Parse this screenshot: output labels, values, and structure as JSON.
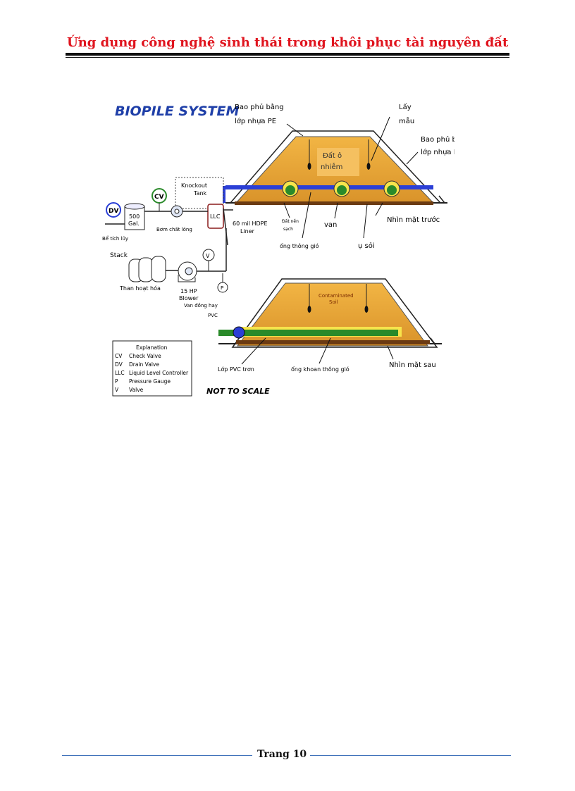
{
  "header": {
    "title": "Ứng dụng công nghệ sinh thái trong khôi phục tài nguyên đất"
  },
  "figure": {
    "title": "BIOPILE SYSTEM",
    "labels": {
      "cover_pe_1_l1": "Bao phủ bằng",
      "cover_pe_1_l2": "lớp nhựa PE",
      "sample_l1": "Lấy",
      "sample_l2": "mẫu",
      "cover_pe_2_l1": "Bao phủ bằng",
      "cover_pe_2_l2": "lớp nhựa PE",
      "contaminated_soil_l1": "Đất ô",
      "contaminated_soil_l2": "nhiễm",
      "knockout_l1": "Knockout",
      "knockout_l2": "Tank",
      "llc": "LLC",
      "cv": "CV",
      "dv": "DV",
      "tank_l1": "500",
      "tank_l2": "Gal.",
      "accumulation_tank": "Bể tích lũy",
      "liquid_pump": "Bơm chất lỏng",
      "hdpe_l1": "60 mil HDPE",
      "hdpe_l2": "Liner",
      "base_soil_l1": "Đất nền",
      "base_soil_l2": "sạch",
      "valve_vn": "van",
      "front_view": "Nhìn mặt trước",
      "vent_pipe": "ống thông gió",
      "gravel": "ụ sỏi",
      "stack": "Stack",
      "v": "V",
      "p": "P",
      "activated_carbon": "Than hoạt hóa",
      "blower_l1": "15 HP",
      "blower_l2": "Blower",
      "gate_valve_l1": "Van đồng hay",
      "gate_valve_l2": "PVC",
      "contam_en_l1": "Contaminated",
      "contam_en_l2": "Soil",
      "pvc_layer": "Lớp PVC trơn",
      "drilled_pipe": "ống khoan thông gió",
      "back_view": "Nhìn mặt sau",
      "not_to_scale": "NOT TO SCALE"
    },
    "explanation": {
      "heading": "Explanation",
      "rows": [
        {
          "code": "CV",
          "text": "Check Valve"
        },
        {
          "code": "DV",
          "text": "Drain Valve"
        },
        {
          "code": "LLC",
          "text": "Liquid Level Controller"
        },
        {
          "code": "P",
          "text": "Pressure Gauge"
        },
        {
          "code": "V",
          "text": "Valve"
        }
      ]
    }
  },
  "footer": {
    "page": "Trang 10"
  },
  "colors": {
    "header_red": "#e0141e",
    "soil": "#e0a030",
    "pipe_blue": "#2b3fd6",
    "pipe_green": "#2a8a2a",
    "footer_blue": "#3b6fb8"
  }
}
